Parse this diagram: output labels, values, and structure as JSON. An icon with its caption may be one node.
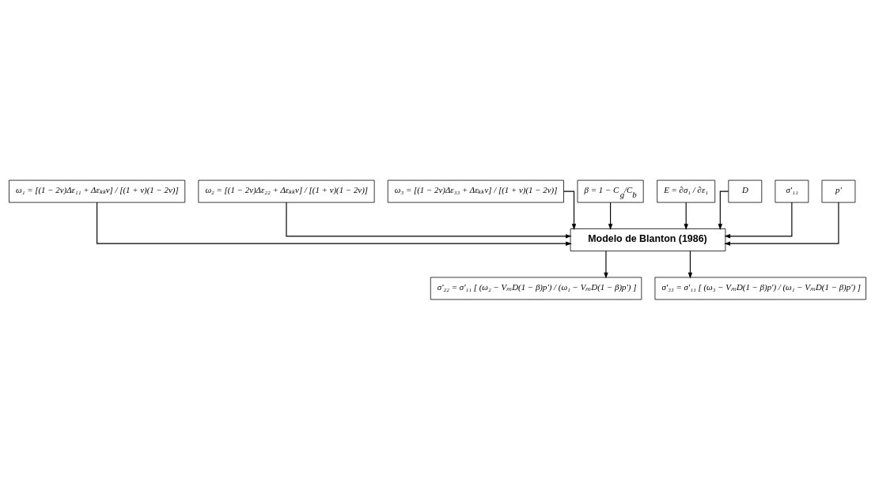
{
  "diagram": {
    "nodes": [
      {
        "text": [
          "ω₁ = [(1 − 2ν)Δε₁₁ + Δεₖₖν] / [(1 + ν)(1 − 2ν)]"
        ]
      },
      {
        "text": [
          "ω₂ = [(1 − 2ν)Δε₂₂ + Δεₖₖν] / [(1 + ν)(1 − 2ν)]"
        ]
      },
      {
        "text": [
          "ω₃ = [(1 − 2ν)Δε₃₃ + Δεₖₖν] / [(1 + ν)(1 − 2ν)]"
        ]
      },
      {
        "text": [
          "β = 1 − C$_{g}$/C$_{b}$"
        ]
      },
      {
        "text": [
          "E = ∂σ₁ / ∂ε₁"
        ]
      },
      {
        "text": [
          "D"
        ]
      },
      {
        "text": [
          "σ'₁₁"
        ]
      },
      {
        "text": [
          "p'"
        ]
      },
      {
        "text": [
          "Modelo de Blanton (1986)"
        ]
      },
      {
        "text": [
          "σ'₂₂ = σ'₁₁ [ (ω₂ − VₘD(1 − β)p') / (ω₁ − VₘD(1 − β)p') ]"
        ]
      },
      {
        "text": [
          "σ'₃₃ = σ'₁₁ [ (ω₃ − VₘD(1 − β)p') / (ω₁ − VₘD(1 − β)p') ]"
        ]
      }
    ],
    "edges": [
      {
        "from": 0,
        "to": 8,
        "arrow": "to"
      },
      {
        "from": 1,
        "to": 8,
        "arrow": "to"
      },
      {
        "from": 2,
        "to": 8,
        "arrow": "to"
      },
      {
        "from": 3,
        "to": 8,
        "arrow": "to"
      },
      {
        "from": 4,
        "to": 8,
        "arrow": "to"
      },
      {
        "from": 5,
        "to": 8,
        "arrow": "to"
      },
      {
        "from": 6,
        "to": 8,
        "arrow": "to"
      },
      {
        "from": 7,
        "to": 8,
        "arrow": "to"
      },
      {
        "from": 8,
        "to": 9,
        "arrow": "to"
      },
      {
        "from": 8,
        "to": 10,
        "arrow": "to"
      }
    ]
  }
}
